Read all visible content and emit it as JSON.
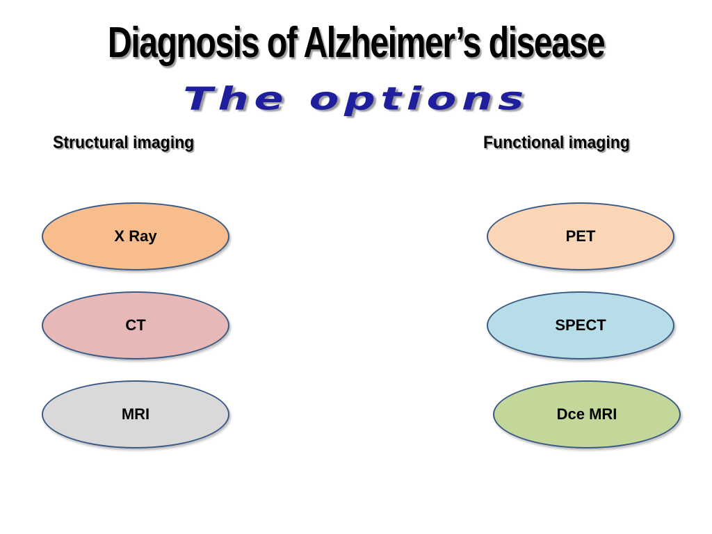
{
  "slide": {
    "title": "Diagnosis of Alzheimer’s disease",
    "subtitle": "The options",
    "structural": {
      "heading": "Structural imaging",
      "items": [
        {
          "label": "X Ray",
          "color": "#f7bd8c"
        },
        {
          "label": "CT",
          "color": "#e6b8b8"
        },
        {
          "label": "MRI",
          "color": "#d9d9d9"
        }
      ]
    },
    "functional": {
      "heading": "Functional imaging",
      "items": [
        {
          "label": "PET",
          "color": "#fad5b6"
        },
        {
          "label": "SPECT",
          "color": "#b7dde8"
        },
        {
          "label": "Dce MRI",
          "color": "#c4d79b"
        }
      ]
    },
    "colors": {
      "subtitle": "#1f1f9e",
      "oval_border": "#3a5a86"
    }
  }
}
